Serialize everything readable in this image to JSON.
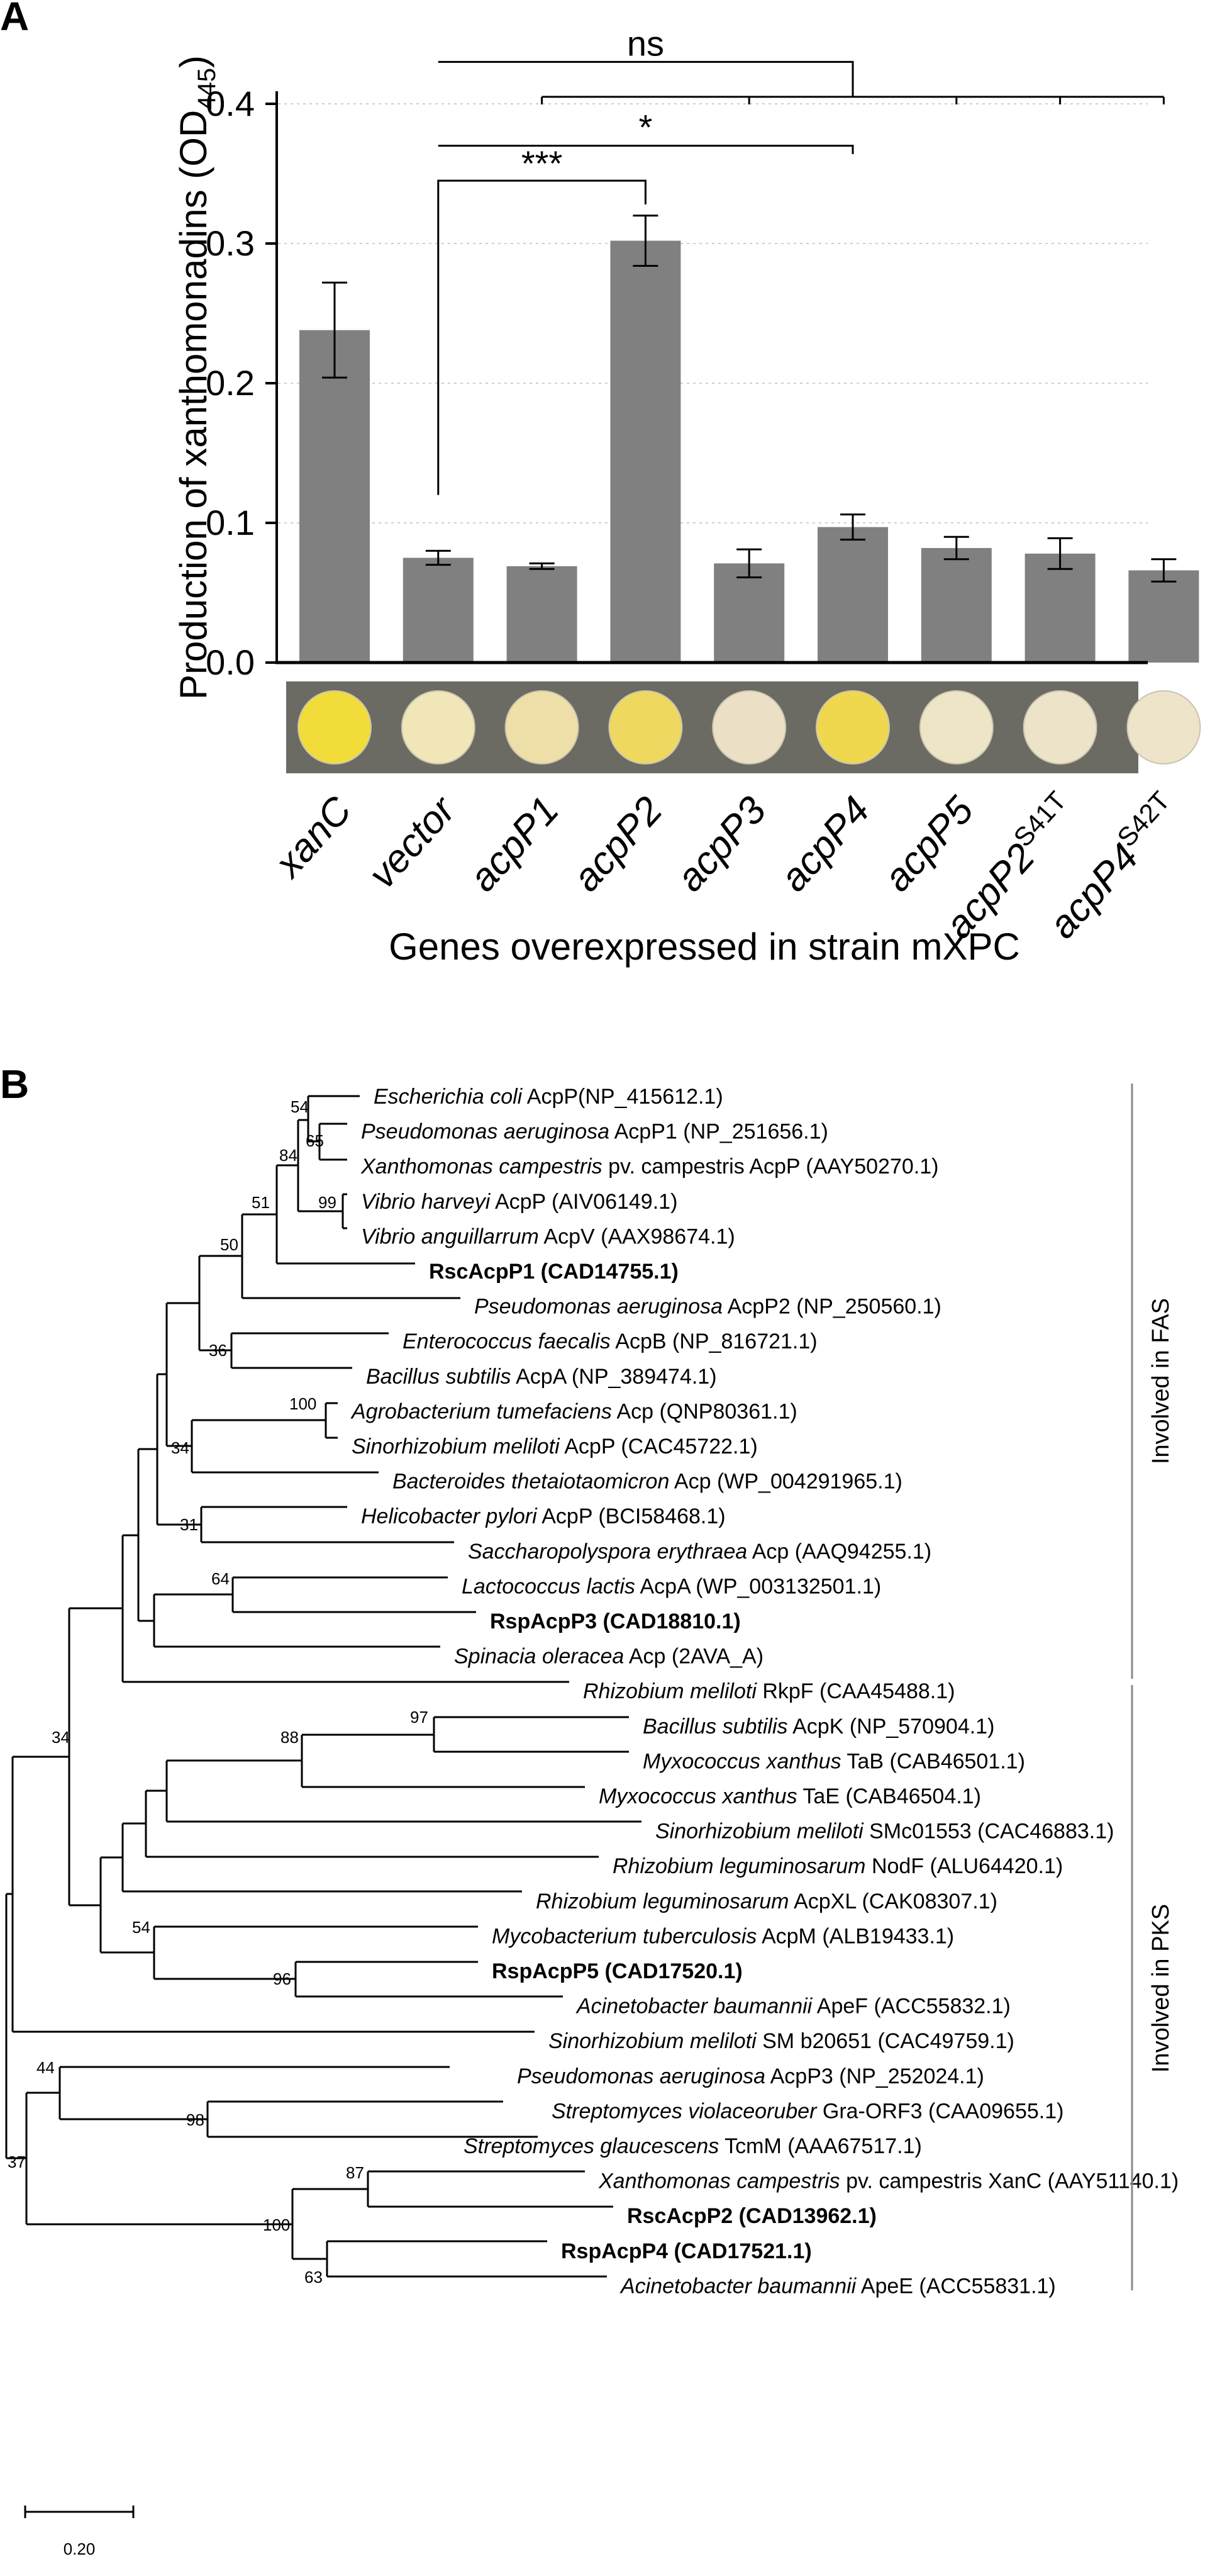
{
  "panels": {
    "a": {
      "letter": "A",
      "x_title": "Genes overexpressed in strain mXPC"
    },
    "b": {
      "letter": "B",
      "fas_label": "Involved in FAS",
      "pks_label": "Involved in PKS",
      "scale_label": "0.20"
    }
  },
  "chart_data": {
    "type": "bar",
    "ylabel": "Production of xanthomonadins (OD",
    "ylabel_sub": "445",
    "ylim": [
      0,
      0.42
    ],
    "yticks": [
      0.0,
      0.1,
      0.2,
      0.3,
      0.4
    ],
    "ytick_labels": [
      "0.0",
      "0.1",
      "0.2",
      "0.3",
      "0.4"
    ],
    "grid": true,
    "bar_color": "#808080",
    "categories": [
      {
        "name": "xanC",
        "sup": ""
      },
      {
        "name": "vector",
        "sup": ""
      },
      {
        "name": "acpP1",
        "sup": ""
      },
      {
        "name": "acpP2",
        "sup": ""
      },
      {
        "name": "acpP3",
        "sup": ""
      },
      {
        "name": "acpP4",
        "sup": ""
      },
      {
        "name": "acpP5",
        "sup": ""
      },
      {
        "name": "acpP2",
        "sup": "S41T"
      },
      {
        "name": "acpP4",
        "sup": "S42T"
      }
    ],
    "series": [
      {
        "values": [
          0.238,
          0.075,
          0.069,
          0.302,
          0.071,
          0.097,
          0.082,
          0.078,
          0.066
        ],
        "errors": [
          0.034,
          0.005,
          0.002,
          0.018,
          0.01,
          0.009,
          0.008,
          0.011,
          0.008
        ]
      }
    ],
    "colony_colors": [
      "#f2dc3a",
      "#f1e6b8",
      "#eedfa8",
      "#eed860",
      "#ebe0c6",
      "#efd84e",
      "#eee4c6",
      "#ede3c8",
      "#ede4c9"
    ],
    "significance": [
      {
        "label": "***",
        "from": 1,
        "to": [
          3
        ],
        "y": 0.345
      },
      {
        "label": "*",
        "from": 1,
        "to": [
          5
        ],
        "y": 0.37
      },
      {
        "label": "ns",
        "from": 1,
        "to": [
          2,
          4,
          6,
          7,
          8
        ],
        "y": 0.43
      }
    ]
  },
  "tree": {
    "taxa": [
      {
        "sp": "Escherichia coli",
        "tail": " AcpP(NP_415612.1)",
        "bold": false
      },
      {
        "sp": "Pseudomonas aeruginosa",
        "tail": " AcpP1 (NP_251656.1)",
        "bold": false
      },
      {
        "sp": "Xanthomonas campestris",
        "tail": " pv. campestris AcpP (AAY50270.1)",
        "bold": false
      },
      {
        "sp": "Vibrio harveyi",
        "tail": " AcpP (AIV06149.1)",
        "bold": false
      },
      {
        "sp": "Vibrio anguillarrum",
        "tail": " AcpV (AAX98674.1)",
        "bold": false
      },
      {
        "sp": "",
        "tail": "RscAcpP1 (CAD14755.1)",
        "bold": true
      },
      {
        "sp": "Pseudomonas aeruginosa",
        "tail": " AcpP2 (NP_250560.1)",
        "bold": false
      },
      {
        "sp": "Enterococcus faecalis",
        "tail": " AcpB (NP_816721.1)",
        "bold": false
      },
      {
        "sp": "Bacillus subtilis",
        "tail": " AcpA (NP_389474.1)",
        "bold": false
      },
      {
        "sp": "Agrobacterium tumefaciens",
        "tail": " Acp (QNP80361.1)",
        "bold": false
      },
      {
        "sp": "Sinorhizobium meliloti",
        "tail": " AcpP (CAC45722.1)",
        "bold": false
      },
      {
        "sp": "Bacteroides thetaiotaomicron",
        "tail": " Acp (WP_004291965.1)",
        "bold": false
      },
      {
        "sp": "Helicobacter pylori",
        "tail": " AcpP (BCI58468.1)",
        "bold": false
      },
      {
        "sp": "Saccharopolyspora erythraea",
        "tail": " Acp (AAQ94255.1)",
        "bold": false
      },
      {
        "sp": "Lactococcus lactis",
        "tail": " AcpA (WP_003132501.1)",
        "bold": false
      },
      {
        "sp": "",
        "tail": "RspAcpP3 (CAD18810.1)",
        "bold": true
      },
      {
        "sp": "Spinacia oleracea",
        "tail": " Acp (2AVA_A)",
        "bold": false
      },
      {
        "sp": "Rhizobium meliloti",
        "tail": " RkpF (CAA45488.1)",
        "bold": false
      },
      {
        "sp": "Bacillus subtilis",
        "tail": " AcpK (NP_570904.1)",
        "bold": false
      },
      {
        "sp": "Myxococcus xanthus",
        "tail": " TaB (CAB46501.1)",
        "bold": false
      },
      {
        "sp": "Myxococcus xanthus",
        "tail": " TaE (CAB46504.1)",
        "bold": false
      },
      {
        "sp": "Sinorhizobium meliloti",
        "tail": " SMc01553 (CAC46883.1)",
        "bold": false
      },
      {
        "sp": "Rhizobium leguminosarum",
        "tail": " NodF (ALU64420.1)",
        "bold": false
      },
      {
        "sp": "Rhizobium leguminosarum",
        "tail": " AcpXL (CAK08307.1)",
        "bold": false
      },
      {
        "sp": "Mycobacterium tuberculosis",
        "tail": " AcpM (ALB19433.1)",
        "bold": false
      },
      {
        "sp": "",
        "tail": "RspAcpP5 (CAD17520.1)",
        "bold": true
      },
      {
        "sp": "Acinetobacter baumannii",
        "tail": " ApeF (ACC55832.1)",
        "bold": false
      },
      {
        "sp": "Sinorhizobium meliloti",
        "tail": " SM b20651 (CAC49759.1)",
        "bold": false
      },
      {
        "sp": "Pseudomonas aeruginosa",
        "tail": " AcpP3 (NP_252024.1)",
        "bold": false
      },
      {
        "sp": "Streptomyces violaceoruber",
        "tail": " Gra-ORF3 (CAA09655.1)",
        "bold": false
      },
      {
        "sp": "Streptomyces glaucescens",
        "tail": " TcmM (AAA67517.1)",
        "bold": false
      },
      {
        "sp": "Xanthomonas campestris",
        "tail": " pv. campestris XanC (AAY51140.1)",
        "bold": false
      },
      {
        "sp": "",
        "tail": "RscAcpP2 (CAD13962.1)",
        "bold": true
      },
      {
        "sp": "",
        "tail": "RspAcpP4 (CAD17521.1)",
        "bold": true
      },
      {
        "sp": "Acinetobacter baumannii",
        "tail": " ApeE (ACC55831.1)",
        "bold": false
      }
    ],
    "bootstrap": [
      "54",
      "65",
      "84",
      "99",
      "51",
      "50",
      "36",
      "100",
      "34",
      "31",
      "64",
      "34",
      "97",
      "88",
      "54",
      "96",
      "44",
      "98",
      "37",
      "87",
      "100",
      "63"
    ]
  }
}
